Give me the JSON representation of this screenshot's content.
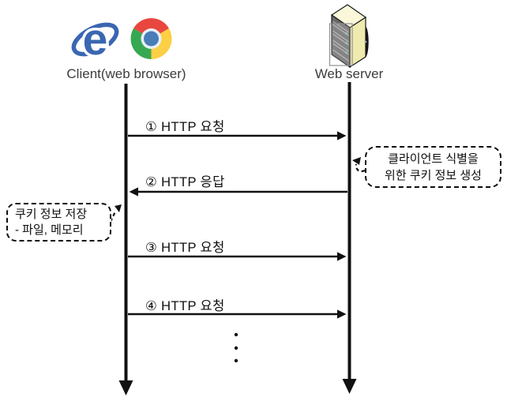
{
  "diagram": {
    "client": {
      "label": "Client(web browser)",
      "ie_glyph": "e"
    },
    "server": {
      "label": "Web server"
    },
    "messages": [
      {
        "label": "① HTTP 요청",
        "from": "client",
        "to": "server"
      },
      {
        "label": "② HTTP 응답",
        "from": "server",
        "to": "client"
      },
      {
        "label": "③ HTTP 요청",
        "from": "client",
        "to": "server"
      },
      {
        "label": "④ HTTP 요청",
        "from": "client",
        "to": "server"
      }
    ],
    "callouts": {
      "server_note": {
        "lines": [
          "클라이언트 식별을",
          "위한 쿠키 정보 생성"
        ],
        "attached_to": "server-lifeline"
      },
      "client_note": {
        "lines": [
          "쿠키 정보 저장",
          "- 파일, 메모리"
        ],
        "attached_to": "client-lifeline"
      }
    },
    "continuation_dots": 3,
    "colors": {
      "stroke": "#111111",
      "label_text": "#3c3c3c",
      "ie_blue": "#3a67b1",
      "chrome_red": "#e8473f",
      "chrome_green": "#36a852",
      "chrome_yellow": "#fccf44",
      "chrome_center_blue": "#4a7cb8",
      "chrome_ring": "#e9f0f7",
      "server_top": "#faf7da",
      "server_side": "#efeaae",
      "server_front": "#6a6a6a"
    }
  }
}
